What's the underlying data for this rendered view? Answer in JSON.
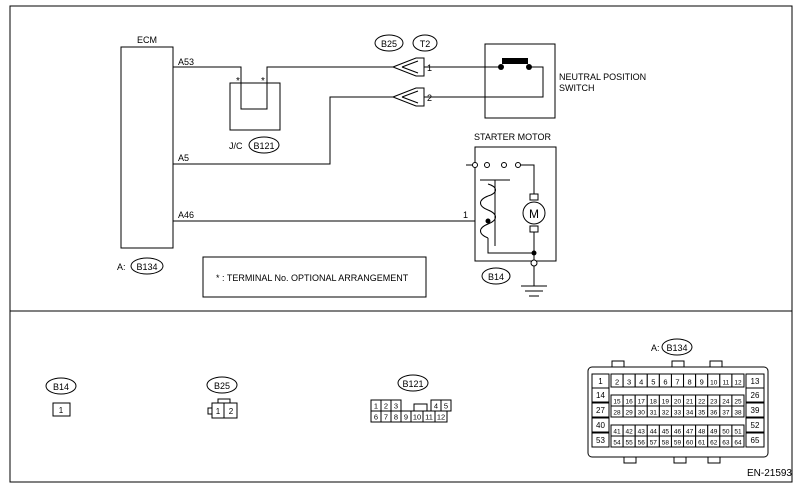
{
  "diagram": {
    "ecm": {
      "label": "ECM",
      "pins": [
        "A53",
        "A5",
        "A46"
      ],
      "connector_prefix": "A:",
      "connector": "B134"
    },
    "junction": {
      "label": "J/C",
      "connector": "B121",
      "stars": [
        "*",
        "*"
      ]
    },
    "connector_b25": {
      "id": "B25",
      "mate": "T2",
      "pins": [
        "1",
        "2"
      ]
    },
    "neutral_switch": {
      "line1": "NEUTRAL POSITION",
      "line2": "SWITCH"
    },
    "starter": {
      "label": "STARTER MOTOR",
      "pin": "1",
      "connector": "B14",
      "motor_symbol": "M"
    },
    "note": "* : TERMINAL No. OPTIONAL ARRANGEMENT",
    "ref_code": "EN-21593"
  },
  "connectors": {
    "b14": {
      "id": "B14",
      "pins": [
        "1"
      ]
    },
    "b25": {
      "id": "B25",
      "pins": [
        "1",
        "2"
      ]
    },
    "b121": {
      "id": "B121",
      "row1": [
        "1",
        "2",
        "3",
        "",
        "4",
        "5"
      ],
      "row2": [
        "6",
        "7",
        "8",
        "9",
        "10",
        "11",
        "12"
      ]
    },
    "b134": {
      "prefix": "A:",
      "id": "B134",
      "row1": [
        "1",
        "2",
        "3",
        "4",
        "5",
        "6",
        "7",
        "8",
        "9",
        "10",
        "11",
        "12",
        "13"
      ],
      "row2": [
        "14",
        "15",
        "16",
        "17",
        "18",
        "19",
        "20",
        "21",
        "22",
        "23",
        "24",
        "25",
        "26"
      ],
      "row3": [
        "27",
        "28",
        "29",
        "30",
        "31",
        "32",
        "33",
        "34",
        "35",
        "36",
        "37",
        "38",
        "39"
      ],
      "row4": [
        "40",
        "41",
        "42",
        "43",
        "44",
        "45",
        "46",
        "47",
        "48",
        "49",
        "50",
        "51",
        "52"
      ],
      "row5": [
        "53",
        "54",
        "55",
        "56",
        "57",
        "58",
        "59",
        "60",
        "61",
        "62",
        "63",
        "64",
        "65"
      ]
    }
  }
}
